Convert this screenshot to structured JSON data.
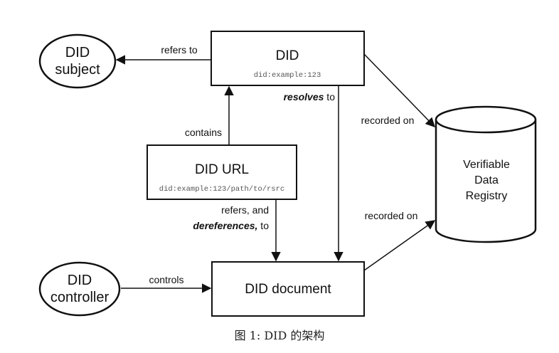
{
  "nodes": {
    "did_subject": {
      "line1": "DID",
      "line2": "subject"
    },
    "did": {
      "title": "DID",
      "example": "did:example:123"
    },
    "did_url": {
      "title": "DID URL",
      "example": "did:example:123/path/to/rsrc"
    },
    "did_controller": {
      "line1": "DID",
      "line2": "controller"
    },
    "did_document": {
      "title": "DID document"
    },
    "registry": {
      "line1": "Verifiable",
      "line2": "Data",
      "line3": "Registry"
    }
  },
  "edges": {
    "refers_to": "refers to",
    "contains": "contains",
    "resolves_bold": "resolves",
    "resolves_rest": " to",
    "recorded_on_top": "recorded on",
    "recorded_on_bottom": "recorded on",
    "refers_and": "refers, and",
    "dereferences_bold": "dereferences,",
    "dereferences_rest": " to",
    "controls": "controls"
  },
  "caption": "图 1: DID 的架构"
}
